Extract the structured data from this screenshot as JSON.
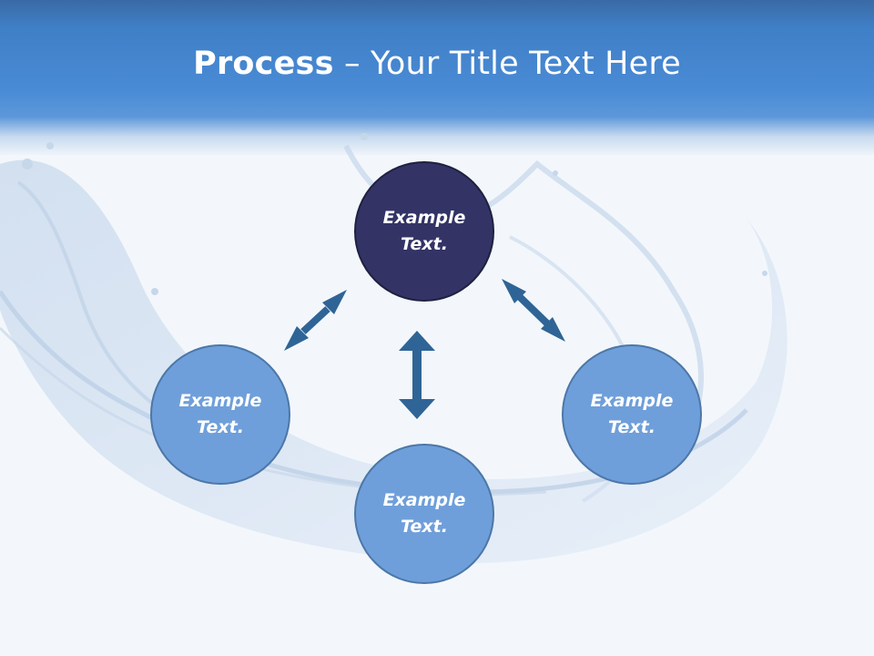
{
  "slide": {
    "title_bold": "Process",
    "title_rest": " – Your Title Text Here"
  },
  "nodes": [
    {
      "id": "top",
      "label": "Example Text."
    },
    {
      "id": "left",
      "label": "Example Text."
    },
    {
      "id": "right",
      "label": "Example Text."
    },
    {
      "id": "bottom",
      "label": "Example Text."
    }
  ],
  "colors": {
    "header": "#4a8bd6",
    "center_node": "#333366",
    "outer_node": "#6f9fda",
    "arrow": "#2f6496"
  }
}
